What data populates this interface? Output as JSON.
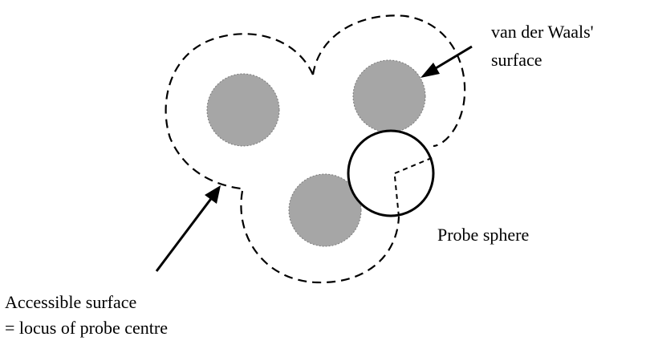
{
  "labels": {
    "vdw_line1": "van der Waals'",
    "vdw_line2": "surface",
    "probe": "Probe sphere",
    "accessible_line1": "Accessible surface",
    "accessible_line2": "= locus of probe centre"
  },
  "colors": {
    "atom_fill": "#a6a6a6",
    "stroke": "#000000",
    "background": "#ffffff"
  }
}
